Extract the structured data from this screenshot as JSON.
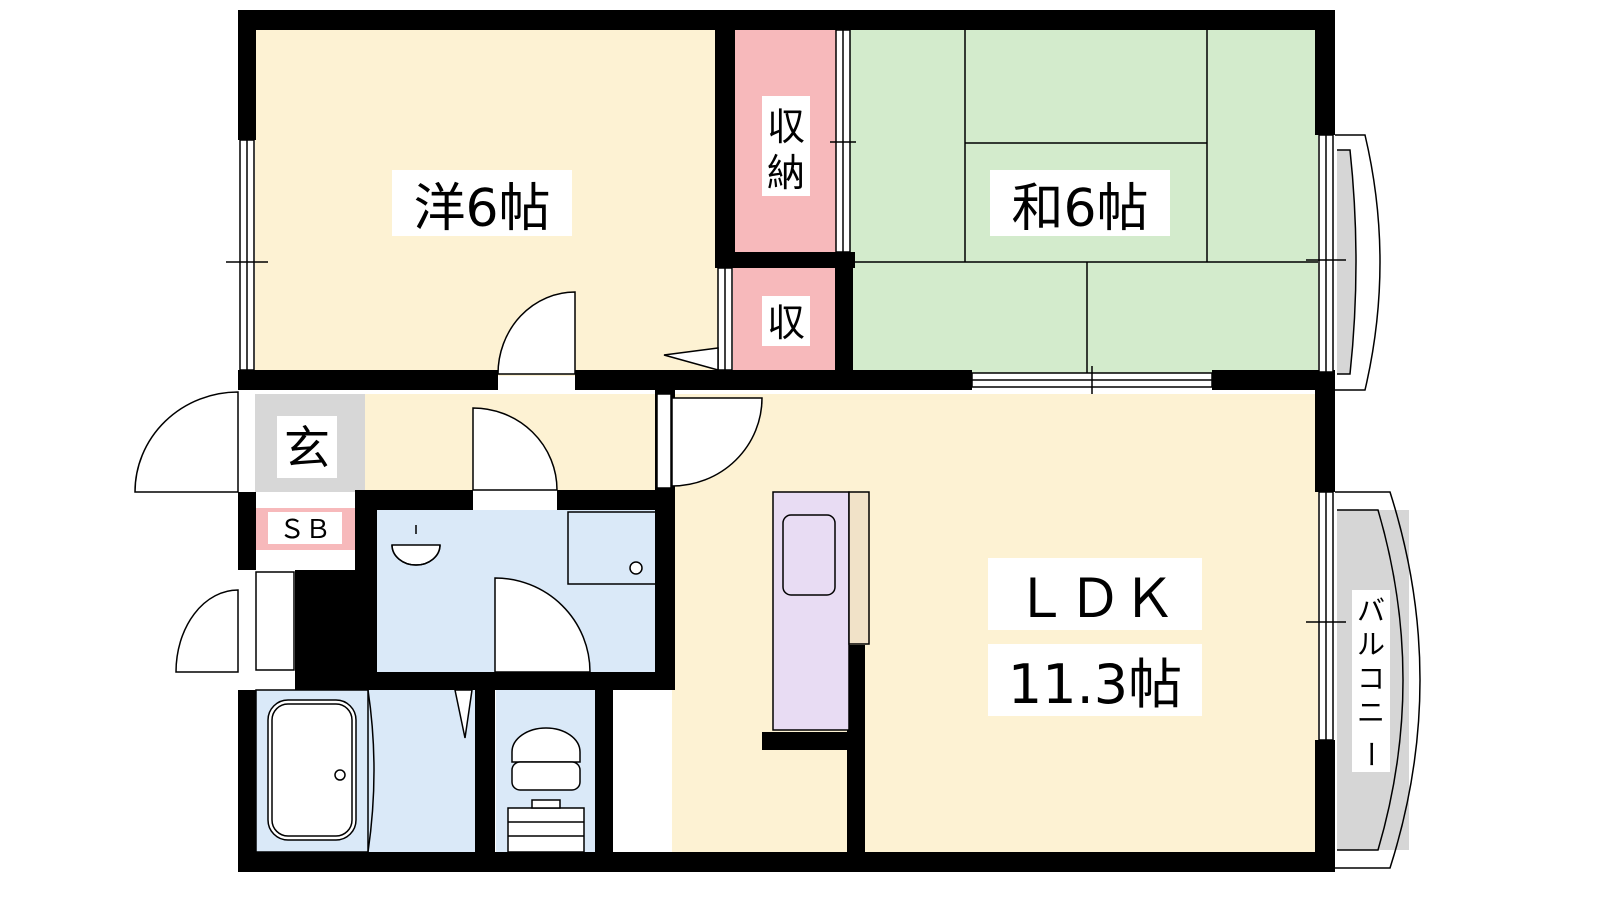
{
  "rooms": {
    "western": "洋6帖",
    "japanese": "和6帖",
    "storage_large": [
      "収",
      "納"
    ],
    "storage_small": "収",
    "entrance": "玄",
    "shoe_box": "ＳＢ",
    "ldk_name": "ＬＤＫ",
    "ldk_size": "11.3帖",
    "balcony": [
      "バ",
      "ル",
      "コ",
      "ニ",
      "ー"
    ]
  },
  "colors": {
    "western": "#fdf2d3",
    "japanese": "#d3ebcc",
    "storage": "#f7b9bb",
    "entrance": "#d7d7d7",
    "wet": "#dae9f8",
    "kitchen": "#e8dcf3",
    "counter": "#f1e2c8",
    "balcony": "#d6d6d6",
    "wall": "#000000"
  }
}
